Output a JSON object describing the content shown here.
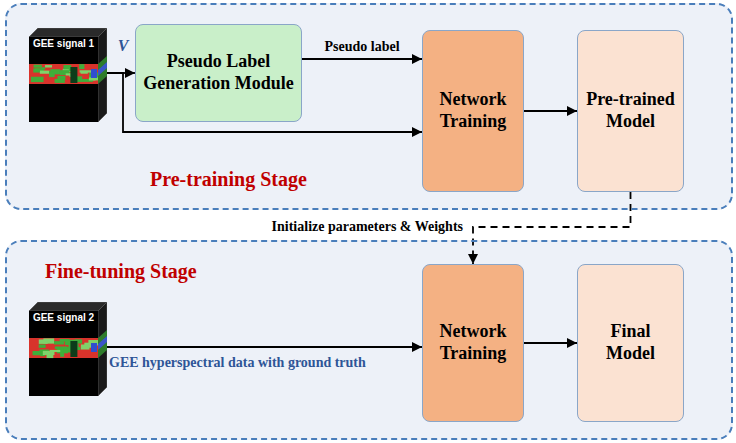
{
  "diagram": {
    "nodes": [
      {
        "text": [
          "Pre-training Stage"
        ]
      },
      {
        "text": [
          "GEE signal 1"
        ],
        "in": 0
      },
      {
        "text": [
          "Pseudo Label Generation Module"
        ],
        "in": 0
      },
      {
        "text": [
          "Network Training"
        ],
        "in": 0
      },
      {
        "text": [
          "Pre-trained Model"
        ],
        "in": 0
      },
      {
        "text": [
          "Fine-tuning Stage"
        ]
      },
      {
        "text": [
          "GEE signal 2"
        ],
        "in": 5
      },
      {
        "text": [
          "Network Training"
        ],
        "in": 5
      },
      {
        "text": [
          "Final Model"
        ],
        "in": 5
      }
    ],
    "edges": [
      {
        "from": 1,
        "to": 2,
        "label": "V",
        "arrow": "to"
      },
      {
        "from": 2,
        "to": 3,
        "label": "Pseudo label",
        "arrow": "to"
      },
      {
        "from": 1,
        "to": 3,
        "arrow": "to"
      },
      {
        "from": 3,
        "to": 4,
        "arrow": "to"
      },
      {
        "from": 4,
        "to": 7,
        "label": "Initialize parameters & Weights",
        "arrow": "to"
      },
      {
        "from": 6,
        "to": 7,
        "label": "GEE hyperspectral data with ground truth",
        "arrow": "to"
      },
      {
        "from": 7,
        "to": 8,
        "arrow": "to"
      }
    ]
  }
}
